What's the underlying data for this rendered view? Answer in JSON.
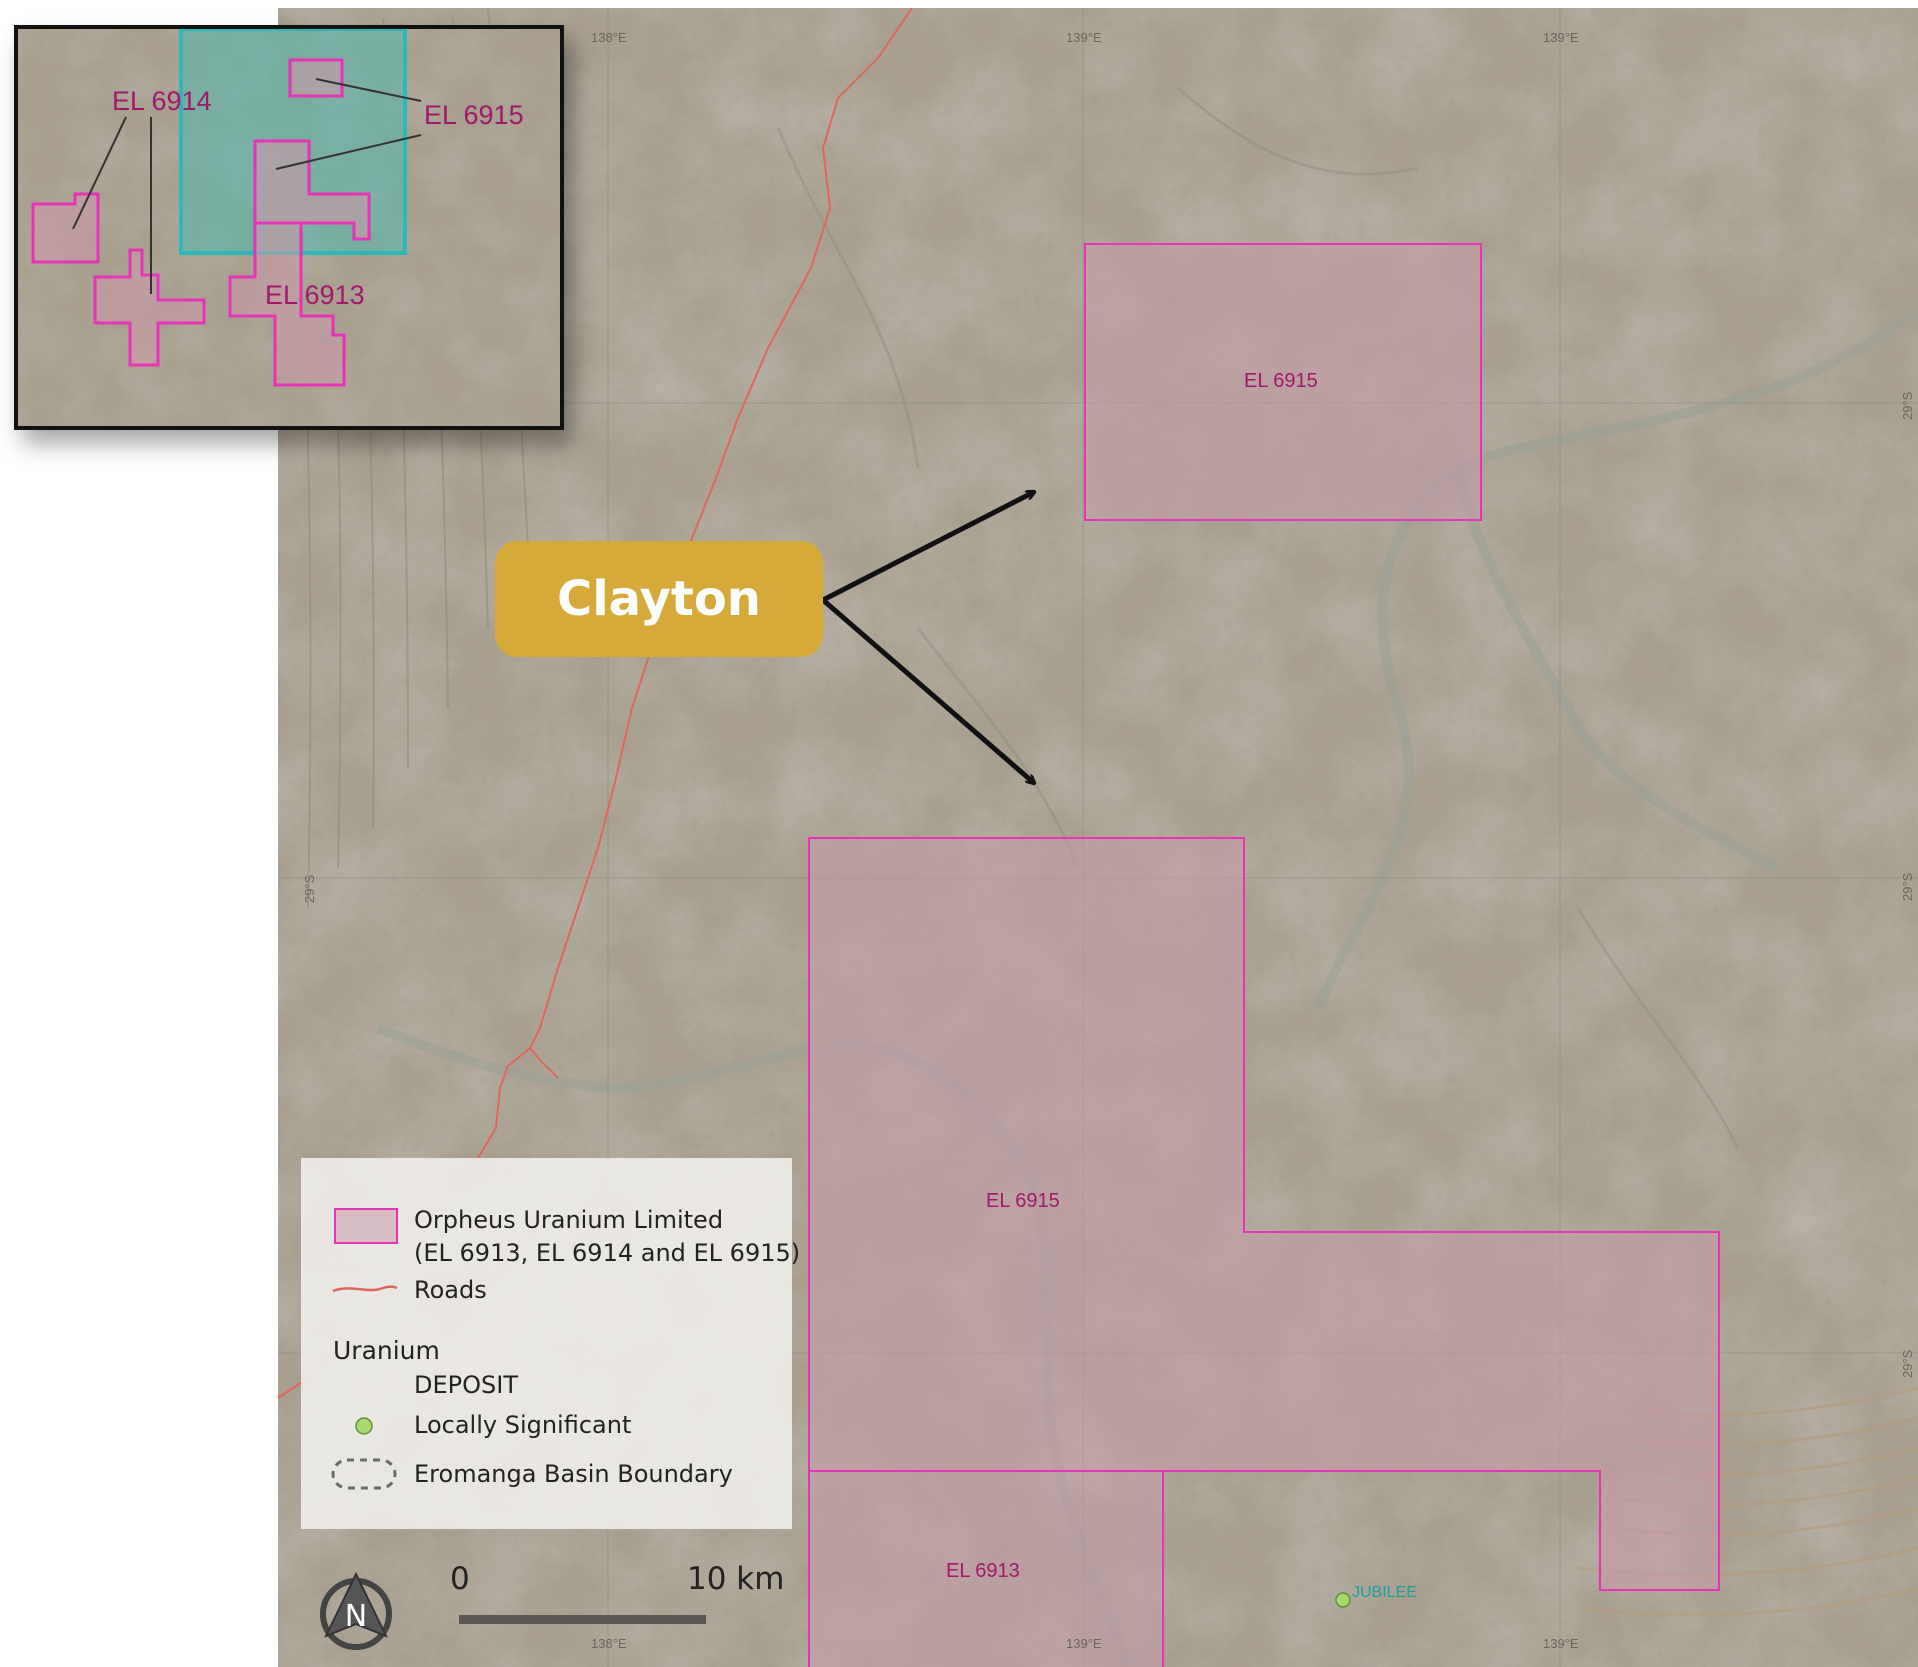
{
  "map": {
    "callout_label": "Clayton",
    "tenement_labels": {
      "el6915_north": "EL 6915",
      "el6915_south": "EL 6915",
      "el6913": "EL 6913"
    },
    "deposit_label": "JUBILEE",
    "grid_labels": {
      "top_138e": "138°E",
      "top_139e": "139°E",
      "top_139e_2": "139°E",
      "bottom_138e": "138°E",
      "bottom_139e": "139°E",
      "bottom_139e_2": "139°E",
      "left_29s": "29°S",
      "right_29s_1": "29°S",
      "right_29s_2": "29°S",
      "right_29s_3": "29°S"
    },
    "colors": {
      "tenement_outline": "#e633b8",
      "tenement_fill": "#c99aa9",
      "road": "#e0655a",
      "inset_highlight": "#2ab8b8",
      "callout_bg": "#d6a93b",
      "deposit": "#a6d86e"
    }
  },
  "inset": {
    "labels": {
      "el6914": "EL 6914",
      "el6915": "EL 6915",
      "el6913": "EL 6913"
    }
  },
  "legend": {
    "tenement_line1": "Orpheus Uranium Limited",
    "tenement_line2": "(EL 6913, EL 6914 and EL 6915)",
    "roads": "Roads",
    "heading": "Uranium",
    "subheading": "DEPOSIT",
    "deposit_item": "Locally Significant",
    "basin_item": "Eromanga Basin Boundary"
  },
  "north_arrow": {
    "letter": "N"
  },
  "scalebar": {
    "start": "0",
    "end": "10 km"
  }
}
